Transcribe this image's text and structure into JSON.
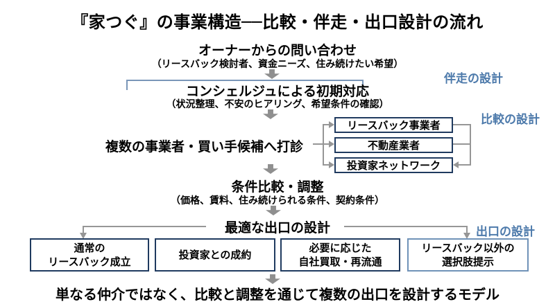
{
  "title": "『家つぐ』の事業構造──比較・伴走・出口設計の流れ",
  "steps": {
    "inquiry": {
      "heading": "オーナーからの問い合わせ",
      "detail": "（リースバック検討者、資金ニーズ、住み続けたい希望）"
    },
    "concierge": {
      "heading": "コンシェルジュによる初期対応",
      "detail": "（状況整理、不安のヒアリング、希望条件の確認）"
    },
    "outreach": {
      "heading": "複数の事業者・買い手候補へ打診"
    },
    "comparison": {
      "heading": "条件比較・調整",
      "detail": "（価格、賃料、住み続けられる条件、契約条件）"
    },
    "exit": {
      "heading": "最適な出口の設計"
    }
  },
  "partners": [
    "リースバック事業者",
    "不動産業者",
    "投資家ネットワーク"
  ],
  "outcomes": [
    [
      "通常の",
      "リースバック成立"
    ],
    [
      "投資家との成約"
    ],
    [
      "必要に応じた",
      "自社買取・再流通"
    ],
    [
      "リースバック以外の",
      "選択肢提示"
    ]
  ],
  "annotations": {
    "accompaniment": "伴走の設計",
    "comparison": "比較の設計",
    "exit": "出口の設計"
  },
  "conclusion": "単なる仲介ではなく、比較と調整を通じて複数の出口を設計するモデル",
  "colors": {
    "box_border_dark": "#1f3a5f",
    "box_border_light": "#6f92b8",
    "annotation_blue": "#4d7aab",
    "bracket_blue": "#7a96b8",
    "connector_gray": "#969696",
    "arrow_gray": "#8f8f8f",
    "text": "#000000",
    "background": "#ffffff"
  }
}
